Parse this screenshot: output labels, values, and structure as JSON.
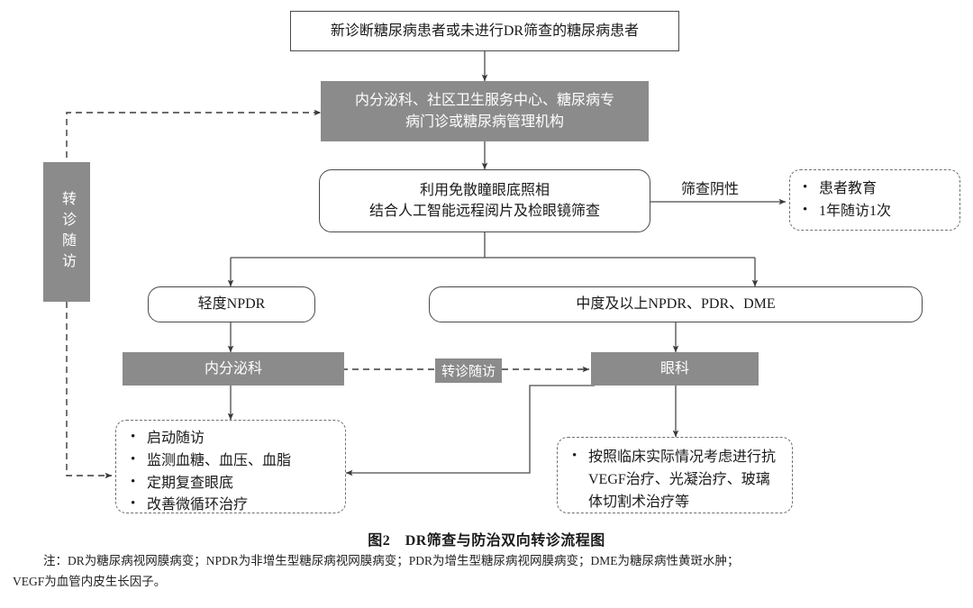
{
  "figure": {
    "caption": "图2　DR筛查与防治双向转诊流程图",
    "note_line1": "注：DR为糖尿病视网膜病变；NPDR为非增生型糖尿病视网膜病变；PDR为增生型糖尿病视网膜病变；DME为糖尿病性黄斑水肿；",
    "note_line2": "VEGF为血管内皮生长因子。"
  },
  "colors": {
    "gray_fill": "#8b8b8b",
    "line": "#4a4a4a",
    "dashed_line": "#707070",
    "text": "#1a1a1a",
    "gray_text": "#ffffff"
  },
  "nodes": {
    "start": {
      "label": "新诊断糖尿病患者或未进行DR筛查的糖尿病患者",
      "shape": "rectangle"
    },
    "provider": {
      "line1": "内分泌科、社区卫生服务中心、糖尿病专",
      "line2": "病门诊或糖尿病管理机构",
      "shape": "filled-rectangle"
    },
    "screening": {
      "line1": "利用免散瞳眼底照相",
      "line2": "结合人工智能远程阅片及检眼镜筛查",
      "shape": "rounded-rectangle"
    },
    "negative_outcome": {
      "shape": "dashed-rounded",
      "items": [
        "患者教育",
        "1年随访1次"
      ]
    },
    "mild_npdr": {
      "label": "轻度NPDR",
      "shape": "rounded-rectangle"
    },
    "moderate_plus": {
      "label": "中度及以上NPDR、PDR、DME",
      "shape": "rounded-rectangle"
    },
    "endocrinology": {
      "label": "内分泌科",
      "shape": "filled-rectangle"
    },
    "ophthalmology": {
      "label": "眼科",
      "shape": "filled-rectangle"
    },
    "referral_vertical": {
      "label": "转诊随访",
      "shape": "filled-rectangle-vertical"
    },
    "endocrinology_actions": {
      "shape": "dashed-rounded",
      "items": [
        "启动随访",
        "监测血糖、血压、血脂",
        "定期复查眼底",
        "改善微循环治疗"
      ]
    },
    "ophthalmology_actions": {
      "shape": "dashed-rounded",
      "items": [
        "按照临床实际情况考虑进行抗VEGF治疗、光凝治疗、玻璃体切割术治疗等"
      ]
    }
  },
  "edge_labels": {
    "screening_negative": "筛查阴性",
    "referral_between_departments": "转诊随访"
  }
}
